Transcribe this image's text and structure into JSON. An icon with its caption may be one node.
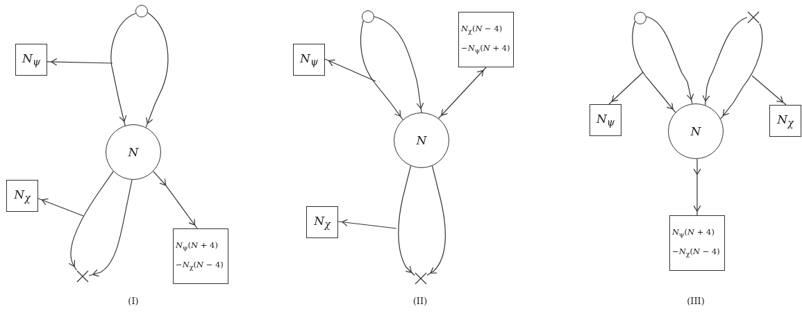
{
  "diagram": {
    "nodes": [
      {
        "text": [],
        "shape": "circle"
      },
      {
        "text": [
          "N$_{ψ}$"
        ]
      },
      {
        "text": [
          "N"
        ]
      },
      {
        "text": [
          "N$_{χ}$"
        ]
      },
      {
        "text": [
          "*N*$_{ψ}$(*N* + 4)",
          "−*N*$_{χ}$(*N* − 4)"
        ]
      },
      {
        "text": [],
        "shape": "cross"
      },
      {
        "text": [],
        "shape": "circle"
      },
      {
        "text": [
          "N$_{ψ}$"
        ]
      },
      {
        "text": [
          "*N*$_{χ}$(*N* − 4)",
          "−*N*$_{ψ}$(*N* + 4)"
        ]
      },
      {
        "text": [
          "N"
        ]
      },
      {
        "text": [
          "N$_{χ}$"
        ]
      },
      {
        "text": [],
        "shape": "cross"
      },
      {
        "text": [],
        "shape": "circle"
      },
      {
        "text": [],
        "shape": "cross"
      },
      {
        "text": [
          "N$_{ψ}$"
        ]
      },
      {
        "text": [
          "N"
        ]
      },
      {
        "text": [
          "N$_{χ}$"
        ]
      },
      {
        "text": [
          "*N*$_{ψ}$(*N* + 4)",
          "−*N*$_{χ}$(*N* − 4)"
        ]
      }
    ],
    "edges": [
      {
        "from": 0,
        "to": 2,
        "arrow": "to"
      },
      {
        "from": 0,
        "to": 2,
        "arrow": "to"
      },
      {
        "from": null,
        "to": 1,
        "arrow": "to"
      },
      {
        "from": 2,
        "to": 5,
        "arrow": "to"
      },
      {
        "from": 2,
        "to": 5,
        "arrow": "to"
      },
      {
        "from": null,
        "to": 3,
        "arrow": "to"
      },
      {
        "from": 2,
        "to": 4,
        "arrow": "to"
      },
      {
        "from": 6,
        "to": 9,
        "arrow": "to"
      },
      {
        "from": 6,
        "to": 9,
        "arrow": "to"
      },
      {
        "from": null,
        "to": 7,
        "arrow": "to"
      },
      {
        "from": 9,
        "to": 8,
        "arrow": "both"
      },
      {
        "from": 9,
        "to": 11,
        "arrow": "to"
      },
      {
        "from": 9,
        "to": 11,
        "arrow": "to"
      },
      {
        "from": null,
        "to": 10,
        "arrow": "to"
      },
      {
        "from": 12,
        "to": 15,
        "arrow": "to"
      },
      {
        "from": 12,
        "to": 15,
        "arrow": "to"
      },
      {
        "from": 13,
        "to": 15,
        "arrow": "to"
      },
      {
        "from": 13,
        "to": 15,
        "arrow": "to"
      },
      {
        "from": null,
        "to": 14,
        "arrow": "to"
      },
      {
        "from": null,
        "to": 16,
        "arrow": "to"
      },
      {
        "from": 15,
        "to": 17,
        "arrow": "to"
      }
    ],
    "labels": [
      "(I)",
      "(II)",
      "(III)"
    ]
  }
}
